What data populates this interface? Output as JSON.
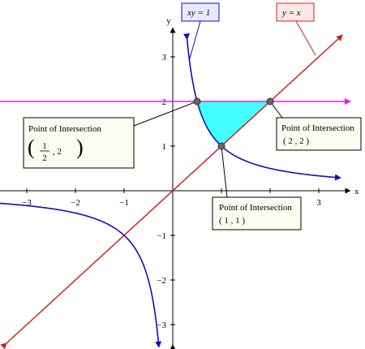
{
  "chart_data": {
    "type": "line",
    "axes": {
      "xlabel": "x",
      "ylabel": "y",
      "xlim": [
        -3.6,
        3.6
      ],
      "ylim": [
        -3.5,
        3.6
      ],
      "x_ticks": [
        -3,
        -2,
        -1,
        1,
        2,
        3
      ],
      "y_ticks": [
        -3,
        -2,
        -1,
        1,
        2,
        3
      ],
      "x_tick_labels": [
        "−3",
        "−2",
        "−1",
        "1",
        "2",
        "3"
      ],
      "y_tick_labels": [
        "−3",
        "−2",
        "−1",
        "1",
        "2",
        "3"
      ],
      "grid": false
    },
    "series": [
      {
        "name": "y = x",
        "kind": "line",
        "slope": 1,
        "intercept": 0,
        "color": "#cc2222"
      },
      {
        "name": "xy = 1",
        "kind": "hyperbola",
        "color": "#1010bb"
      },
      {
        "name": "",
        "kind": "horizontal",
        "y": 2,
        "color": "#e020e0"
      }
    ],
    "shaded_region": {
      "bounds": [
        "y = 2",
        "xy = 1",
        "y = x"
      ],
      "vertices": [
        [
          0.5,
          2
        ],
        [
          1,
          1
        ],
        [
          2,
          2
        ]
      ],
      "color": "#44ffff"
    },
    "points": [
      {
        "x": 0.5,
        "y": 2
      },
      {
        "x": 1,
        "y": 1
      },
      {
        "x": 2,
        "y": 2
      }
    ],
    "callouts": [
      {
        "title": "Point of Intersection",
        "value_open": "(",
        "frac_num": "1",
        "frac_den": "2",
        "value_rest": ", 2",
        "value_close": ")"
      },
      {
        "title": "Point of Intersection",
        "value": "( 2 , 2 )"
      },
      {
        "title": "Point of Intersection",
        "value": "( 1 , 1 )"
      }
    ],
    "equation_labels": [
      {
        "text": "xy = 1",
        "color": "#1010bb",
        "bg": "#e8e8ff"
      },
      {
        "text": "y = x",
        "color": "#cc2222",
        "bg": "#ffe8e8"
      }
    ]
  }
}
